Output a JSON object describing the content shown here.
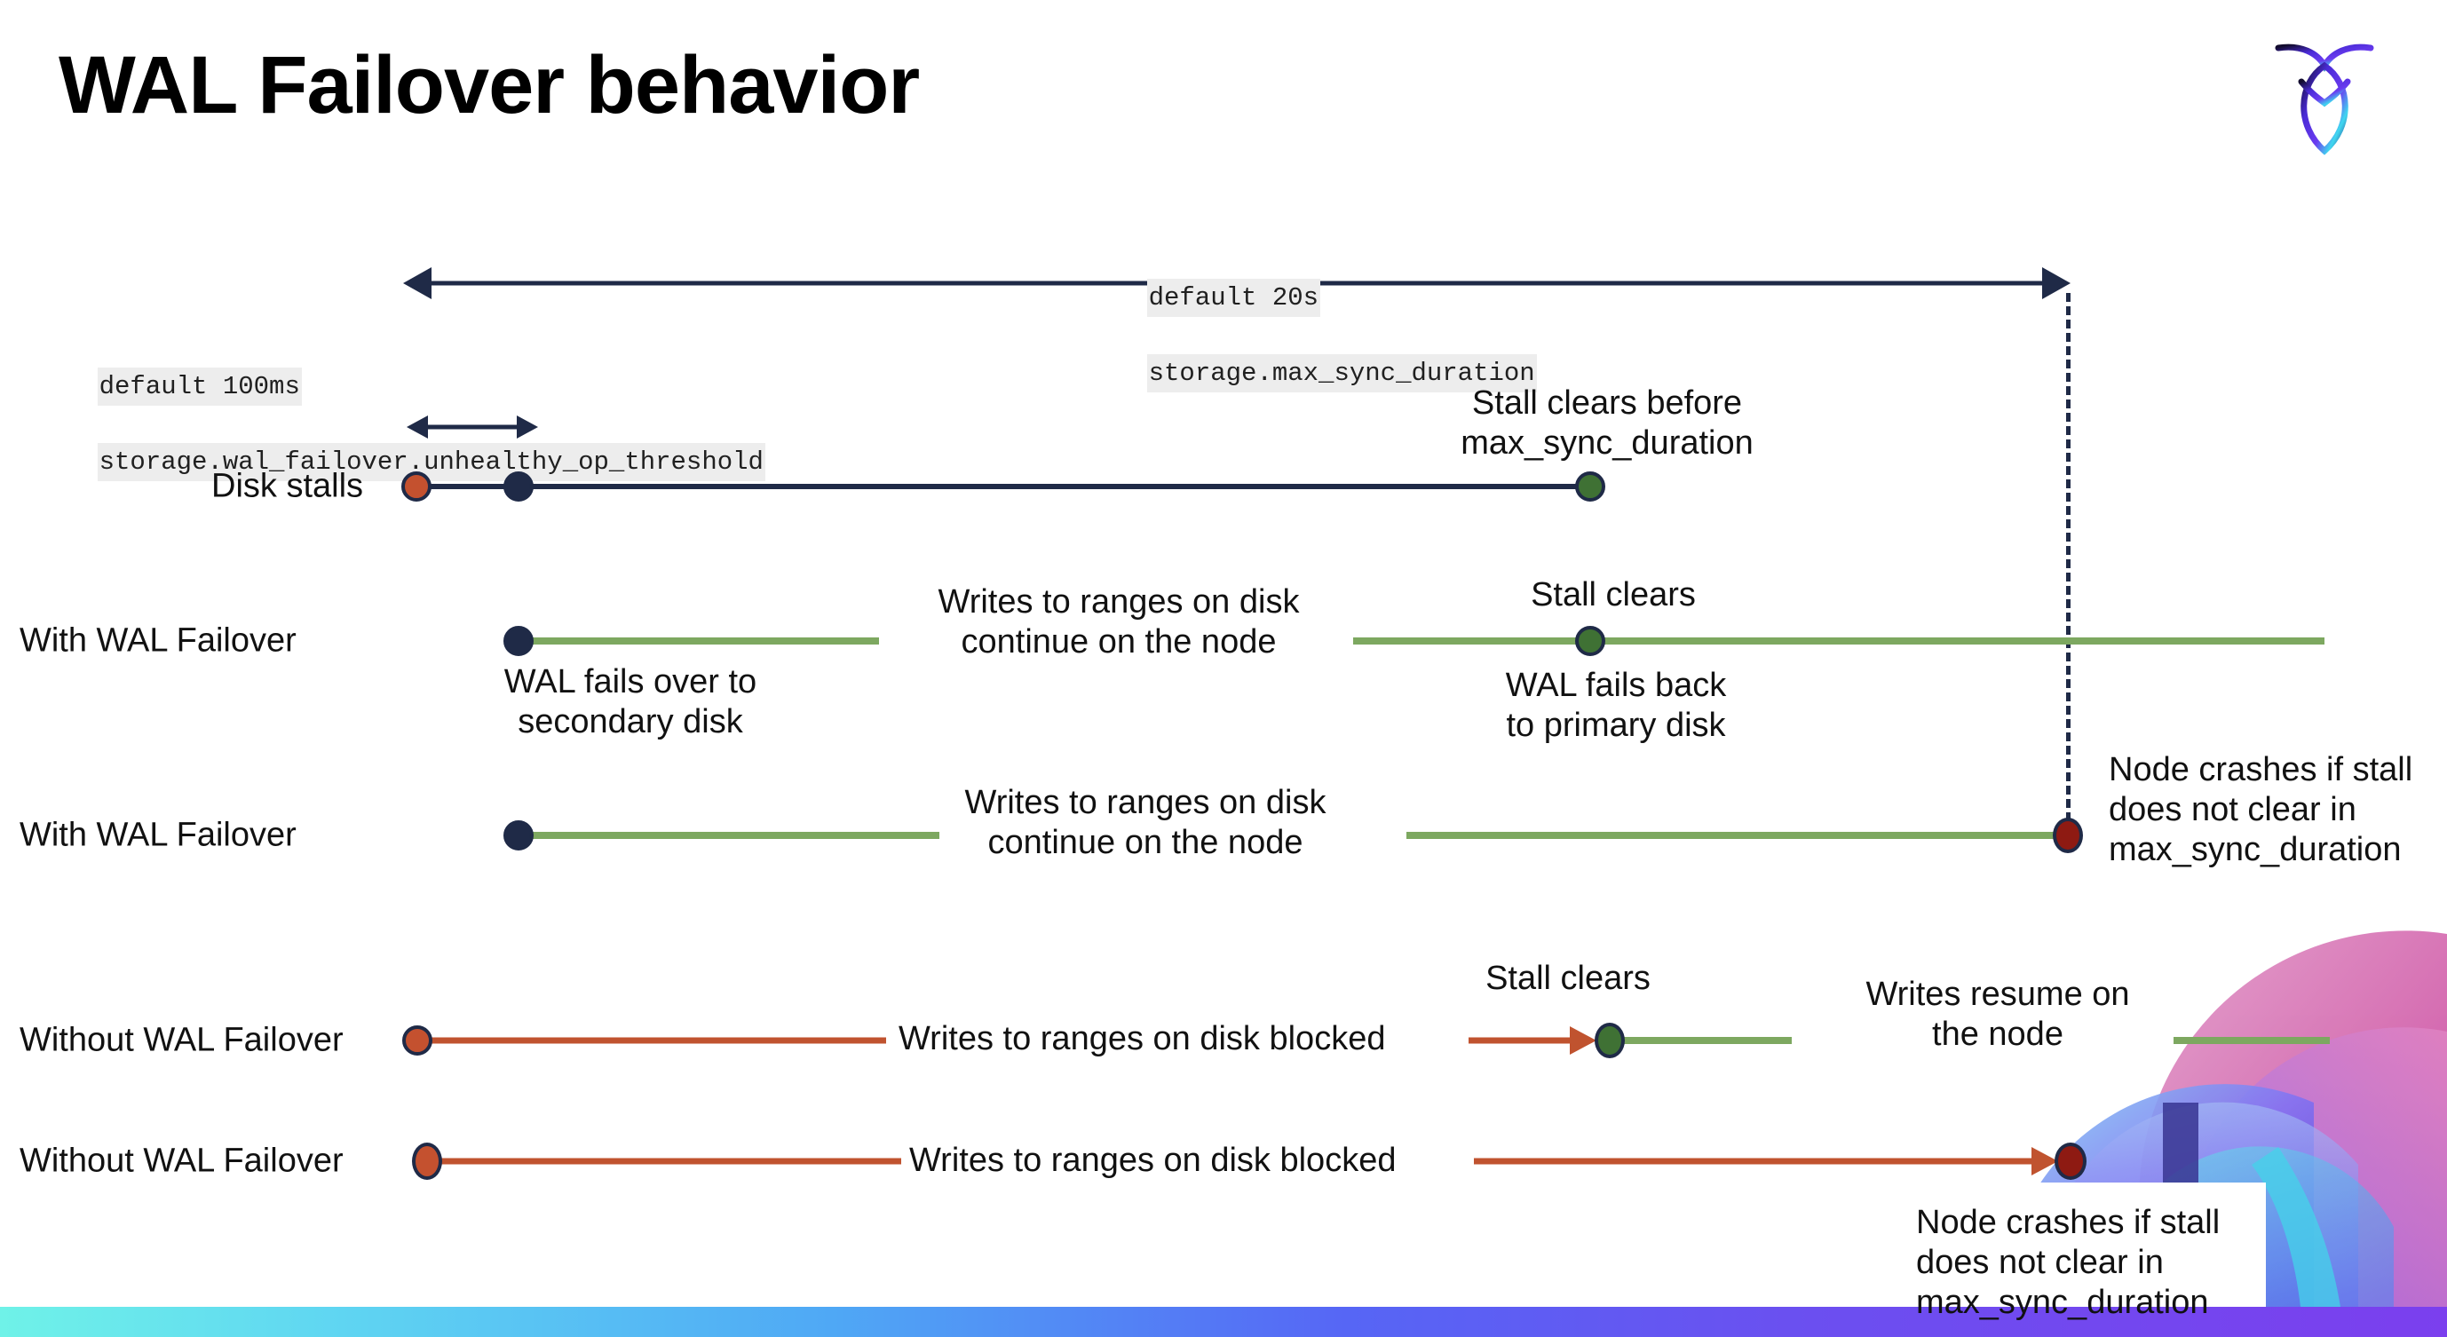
{
  "slide": {
    "title": "WAL Failover behavior",
    "logo_name": "cockroachdb-logo"
  },
  "annotations": {
    "max_sync_duration": {
      "default_label": "default 20s",
      "setting_name": "storage.max_sync_duration"
    },
    "unhealthy_op_threshold": {
      "default_label": "default 100ms",
      "setting_name": "storage.wal_failover.unhealthy_op_threshold"
    }
  },
  "rows": [
    {
      "id": "disk-stalls",
      "label": "Disk stalls",
      "notes": [
        "Stall clears before\nmax_sync_duration"
      ]
    },
    {
      "id": "with-wal-failover-recovers",
      "label": "With WAL Failover",
      "notes": [
        "Writes to ranges on disk\ncontinue on the node",
        "WAL fails over to\nsecondary disk",
        "Stall clears",
        "WAL fails  back\nto primary disk"
      ]
    },
    {
      "id": "with-wal-failover-crashes",
      "label": "With WAL Failover",
      "notes": [
        "Writes to ranges on disk\ncontinue on the node",
        "Node crashes if stall\ndoes not clear in\nmax_sync_duration"
      ]
    },
    {
      "id": "without-wal-failover-recovers",
      "label": "Without WAL Failover",
      "notes": [
        "Writes to ranges on disk  blocked",
        "Stall clears",
        "Writes resume on\nthe node"
      ]
    },
    {
      "id": "without-wal-failover-crashes",
      "label": "Without WAL Failover",
      "notes": [
        "Writes to ranges on disk  blocked",
        "Node crashes if stall\ndoes not clear in\nmax_sync_duration"
      ]
    }
  ],
  "colors": {
    "navy": "#1F2A47",
    "orange": "#C4512F",
    "green_line": "#7DA860",
    "green_dot": "#3F7134",
    "red_line": "#C0532F",
    "dark_red_dot": "#8E1A12",
    "chip_bg": "#ededed"
  }
}
